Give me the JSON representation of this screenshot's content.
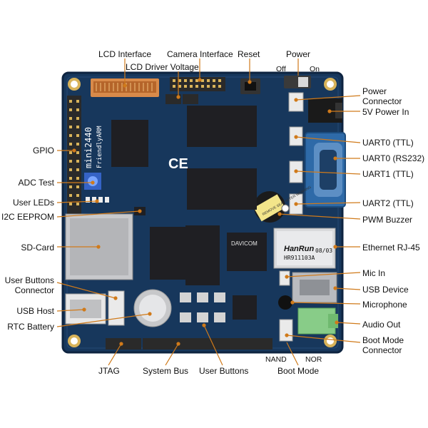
{
  "board": {
    "silkscreen_brand": "mini2440",
    "silkscreen_vendor": "FriendlyARM",
    "ce_mark": "CE",
    "ethernet_brand": "HanRun",
    "ethernet_part": "HR911103A",
    "ethernet_date": "08/03",
    "davicom_chip": "DAVICOM",
    "buzzer_text": "REMOVE SEAL AFTER WASHING",
    "colors": {
      "pcb": "#17375c",
      "pcb_edge": "#0e2440",
      "gold": "#d8b35a",
      "leader": "#d07a1a",
      "chip": "#1f1f23",
      "header": "#2a2a2a"
    }
  },
  "labels": {
    "lcd_interface": "LCD Interface",
    "camera_interface": "Camera Interface",
    "reset": "Reset",
    "power": "Power",
    "off": "Off",
    "on": "On",
    "lcd_driver_voltage": "LCD Driver Voltage",
    "power_connector_1": "Power",
    "power_connector_2": "Connector",
    "power_in": "5V Power In",
    "uart0_ttl": "UART0 (TTL)",
    "uart0_rs232": "UART0 (RS232)",
    "uart1_ttl": "UART1 (TTL)",
    "uart2_ttl": "UART2 (TTL)",
    "pwm_buzzer": "PWM Buzzer",
    "ethernet": "Ethernet RJ-45",
    "mic_in": "Mic In",
    "usb_device": "USB Device",
    "microphone": "Microphone",
    "audio_out": "Audio Out",
    "boot_mode_connector_1": "Boot Mode",
    "boot_mode_connector_2": "Connector",
    "nand": "NAND",
    "nor": "NOR",
    "boot_mode": "Boot Mode",
    "user_buttons": "User Buttons",
    "system_bus": "System Bus",
    "jtag": "JTAG",
    "rtc_battery": "RTC Battery",
    "usb_host": "USB Host",
    "user_buttons_connector_1": "User Buttons",
    "user_buttons_connector_2": "Connector",
    "sd_card": "SD-Card",
    "i2c_eeprom": "I2C EEPROM",
    "user_leds": "User LEDs",
    "adc_test": "ADC Test",
    "gpio": "GPIO"
  }
}
